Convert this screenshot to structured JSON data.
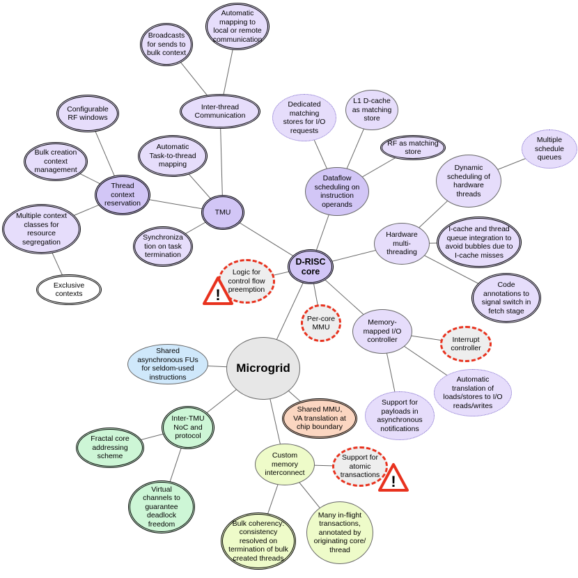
{
  "colors": {
    "purple": "#e6ddfb",
    "purple_dark": "#d2c6f6",
    "grey": "#e7e7e7",
    "blue": "#cfe8fb",
    "orange": "#fbd6c1",
    "green": "#cdf6d6",
    "yellow": "#eefbc9",
    "edge": "#666666",
    "warn_red": "#e8321e"
  },
  "nodes": {
    "microgrid": "Microgrid",
    "drisc": "D-RISC\ncore",
    "tmu": "TMU",
    "inter_thread": "Inter-thread\nCommunication",
    "broadcasts": "Broadcasts\nfor sends to\nbulk context",
    "auto_mapping": "Automatic\nmapping to\nlocal or remote\ncommunication",
    "config_rf": "Configurable\nRF windows",
    "bulk_creation": "Bulk creation\ncontext\nmanagement",
    "thread_ctx": "Thread\ncontext\nreservation",
    "multi_ctx": "Multiple context\nclasses for\nresource\nsegregation",
    "exclusive": "Exclusive\ncontexts",
    "auto_task": "Automatic\nTask-to-thread\nmapping",
    "sync": "Synchroniza\ntion on task\ntermination",
    "logic_ctrl": "Logic for\ncontrol flow\npreemption",
    "per_core_mmu": "Per-core\nMMU",
    "dedicated": "Dedicated\nmatching\nstores for I/O\nrequests",
    "l1": "L1 D-cache\nas matching\nstore",
    "rf_match": "RF as matching\nstore",
    "dataflow": "Dataflow\nscheduling on\ninstruction\noperands",
    "multi_sched": "Multiple\nschedule\nqueues",
    "dyn_sched": "Dynamic\nscheduling of\nhardware\nthreads",
    "hw_mt": "Hardware\nmulti-\nthreading",
    "icache": "I-cache and thread\nqueue integration to\navoid bubbles due to\nI-cache misses",
    "code_ann": "Code\nannotations to\nsignal switch in\nfetch stage",
    "mmio": "Memory-\nmapped I/O\ncontroller",
    "interrupt": "Interrupt\ncontroller",
    "auto_trans": "Automatic\ntranslation of\nloads/stores to I/O\nreads/writes",
    "support_payloads": "Support for\npayloads in\nasynchronous\nnotifications",
    "shared_fu": "Shared\nasynchronous FUs\nfor seldom-used\ninstructions",
    "shared_mmu": "Shared MMU,\nVA translation at\nchip boundary",
    "inter_tmu": "Inter-TMU\nNoC and\nprotocol",
    "fractal": "Fractal  core\naddressing\nscheme",
    "virtual": "Virtual\nchannels to\nguarantee\ndeadlock\nfreedom",
    "custom_mem": "Custom\nmemory\ninterconnect",
    "atomic": "Support for\natomic\ntransactions",
    "bulk_coh": "Bulk coherency:\nconsistency\nresolved on\ntermination of bulk\ncreated threads",
    "inflight": "Many in-flight\ntransactions,\nannotated by\noriginating core/\nthread"
  },
  "warning_glyph": "!"
}
